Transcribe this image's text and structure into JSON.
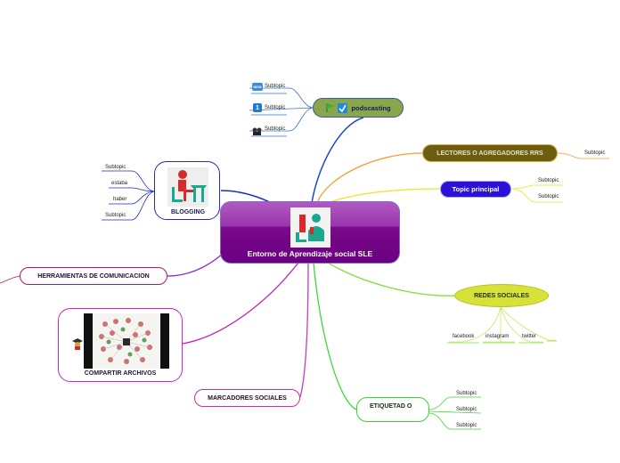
{
  "central": {
    "label": "Entorno de Aprendizaje social SLE",
    "icon": "students-teacher-icon"
  },
  "podcasting": {
    "label": "podscasting",
    "icons": [
      "flag-icon",
      "checkbox-icon"
    ],
    "subtopics": [
      {
        "label": "Subtopic",
        "icon": "new-badge-icon"
      },
      {
        "label": "Subtopic",
        "icon": "number-one-icon"
      },
      {
        "label": "Subtopic",
        "icon": "film-camera-icon"
      }
    ]
  },
  "lectores": {
    "label": "LECTORES O AGREGADORES RRS",
    "subtopics": [
      "Subtopic"
    ]
  },
  "topic_principal": {
    "label": "Topic principal",
    "subtopics": [
      "Subtopic",
      "Subtopic"
    ]
  },
  "blogging": {
    "label": "BLOGGING",
    "icon": "student-desk-icon",
    "subtopics": [
      "Subtopic",
      "estaba",
      "haber",
      "Subtopic"
    ]
  },
  "herramientas": {
    "label": "HERRAMIENTAS DE COMUNICACION"
  },
  "redes": {
    "label": "REDES SOCIALES",
    "subtopics": [
      "facebook",
      "instagram",
      "twitter",
      ""
    ]
  },
  "compartir": {
    "label": "COMPARTIR ARCHIVOS",
    "icon": "graduate-icon",
    "image": "network-video-thumbnail"
  },
  "marcadores": {
    "label": "MARCADORES SOCIALES"
  },
  "etiquetado": {
    "label": "ETIQUETAD O",
    "subtopics": [
      "Subtopic",
      "Subtopic",
      "Subtopic"
    ]
  },
  "colors": {
    "central": "#7a0a8a",
    "podcasting": "#8aa64a",
    "lectores": "#6b5e12",
    "topic_principal": "#2b12d6",
    "blogging": "#2d2aa8",
    "herramientas": "#b0166b",
    "redes": "#d6e23a",
    "compartir": "#d21fc5",
    "marcadores": "#d42ba6",
    "etiquetado": "#3bd13b"
  }
}
